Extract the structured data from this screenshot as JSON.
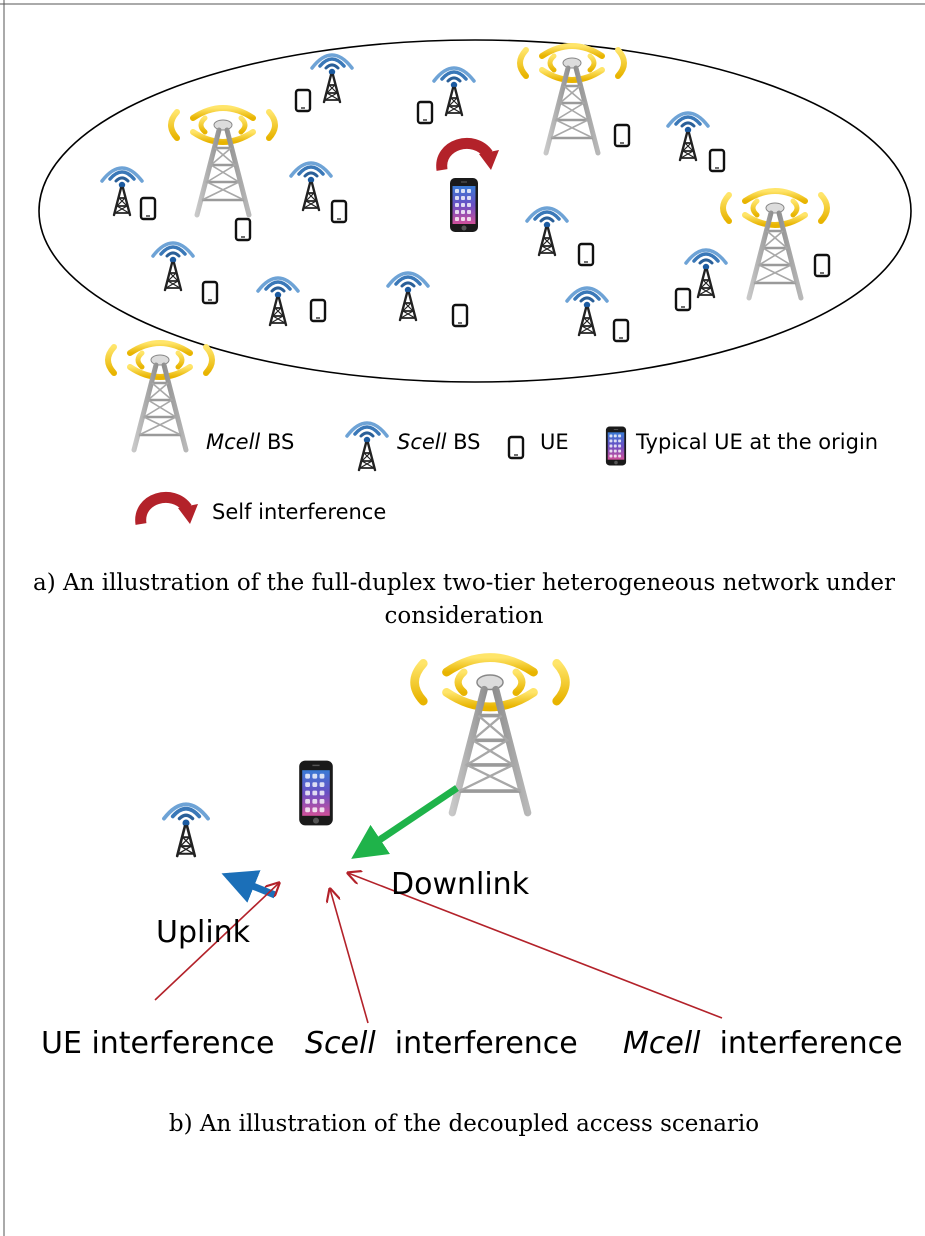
{
  "legend": {
    "mcell_label_italic": "Mcell",
    "mcell_label_rest": " BS",
    "scell_label_italic": "Scell",
    "scell_label_rest": " BS",
    "ue_label": "UE",
    "typical_ue_label": "Typical UE at the origin",
    "self_interference_label": "Self interference"
  },
  "caption_a": {
    "line1": "a) An illustration of the full-duplex two-tier heterogeneous network under",
    "line2": "consideration"
  },
  "panel_b": {
    "downlink_label": "Downlink",
    "uplink_label": "Uplink",
    "ue_interference_label": "UE interference",
    "scell_interference_italic": "Scell",
    "scell_interference_rest": "  interference",
    "mcell_interference_italic": "Mcell",
    "mcell_interference_rest": "  interference"
  },
  "caption_b": "b) An illustration of the decoupled access scenario",
  "colors": {
    "mcell_wave": "#f2cc1b",
    "scell_wave": "#3a78b8",
    "tower": "#9a9a9a",
    "self_interference": "#b3222a",
    "downlink_arrow": "#1fb34a",
    "uplink_arrow": "#1b6fb8",
    "interference_arrow": "#b3222a"
  }
}
